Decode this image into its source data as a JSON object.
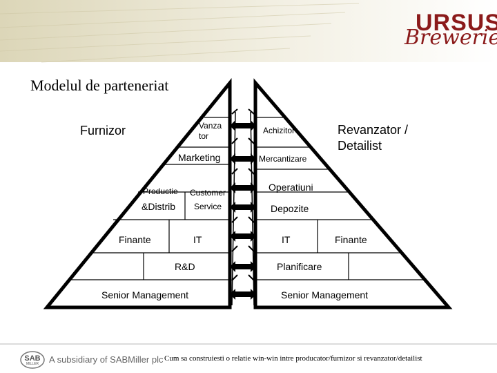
{
  "header": {
    "brand_name": "URSUS",
    "brand_sub": "Breweries"
  },
  "title": "Modelul de parteneriat",
  "supplier": {
    "heading": "Furnizor",
    "items": {
      "vanzator_line1": "Vanza",
      "vanzator_line2": "tor",
      "marketing": "Marketing",
      "productie_line1": "Productie",
      "productie_line2": "&Distrib",
      "customer_line1": "Customer",
      "customer_line2": "Service",
      "finante": "Finante",
      "it": "IT",
      "rd": "R&D",
      "senior": "Senior Management"
    }
  },
  "retailer": {
    "heading_line1": "Revanzator /",
    "heading_line2": "Detailist",
    "items": {
      "achizitor": "Achizitor",
      "mercantizare": "Mercantizare",
      "operatiuni": "Operatiuni",
      "depozite": "Depozite",
      "it": "IT",
      "finante": "Finante",
      "planificare": "Planificare",
      "senior": "Senior Management"
    }
  },
  "footer": {
    "badge_line1": "SAB",
    "badge_line2": "MILLER",
    "subsidiary": "A subsidiary of SABMiller plc",
    "caption": "Cum sa construiesti o relatie win-win intre producator/furnizor si revanzator/detailist"
  },
  "colors": {
    "brand": "#8b1a1a",
    "line": "#000000",
    "arrow": "#000000"
  }
}
